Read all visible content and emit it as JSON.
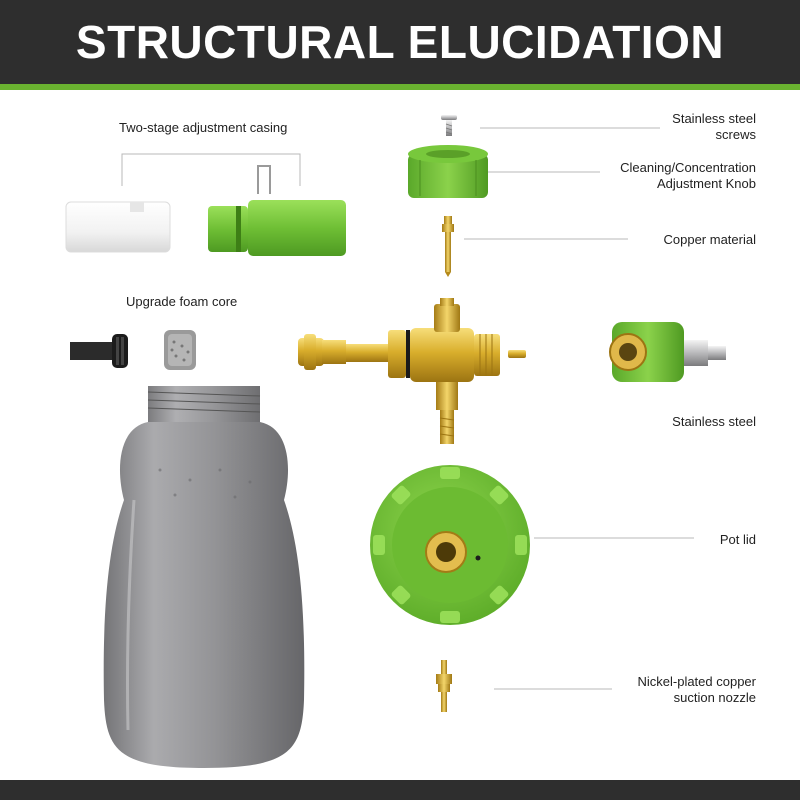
{
  "header": {
    "title": "STRUCTURAL ELUCIDATION"
  },
  "labels": {
    "casing": "Two-stage adjustment casing",
    "screws_1": "Stainless steel",
    "screws_2": "screws",
    "knob_1": "Cleaning/Concentration",
    "knob_2": "Adjustment Knob",
    "copper": "Copper material",
    "foam_core": "Upgrade foam core",
    "stainless": "Stainless steel",
    "pot_lid": "Pot lid",
    "nozzle_1": "Nickel-plated copper",
    "nozzle_2": "suction nozzle"
  },
  "colors": {
    "header_bg": "#2e2e2e",
    "accent_green": "#6ab330",
    "part_green": "#7cc440",
    "brass": "#d4a82a",
    "bottle_gray": "#8a8a8c"
  },
  "icons": [
    "screw-icon",
    "knob-icon",
    "copper-pin-icon",
    "casing-white-icon",
    "casing-green-icon",
    "clip-icon",
    "foam-plug-icon",
    "foam-core-icon",
    "brass-body-icon",
    "quick-connector-icon",
    "pot-lid-icon",
    "bottle-icon",
    "suction-nozzle-icon"
  ]
}
